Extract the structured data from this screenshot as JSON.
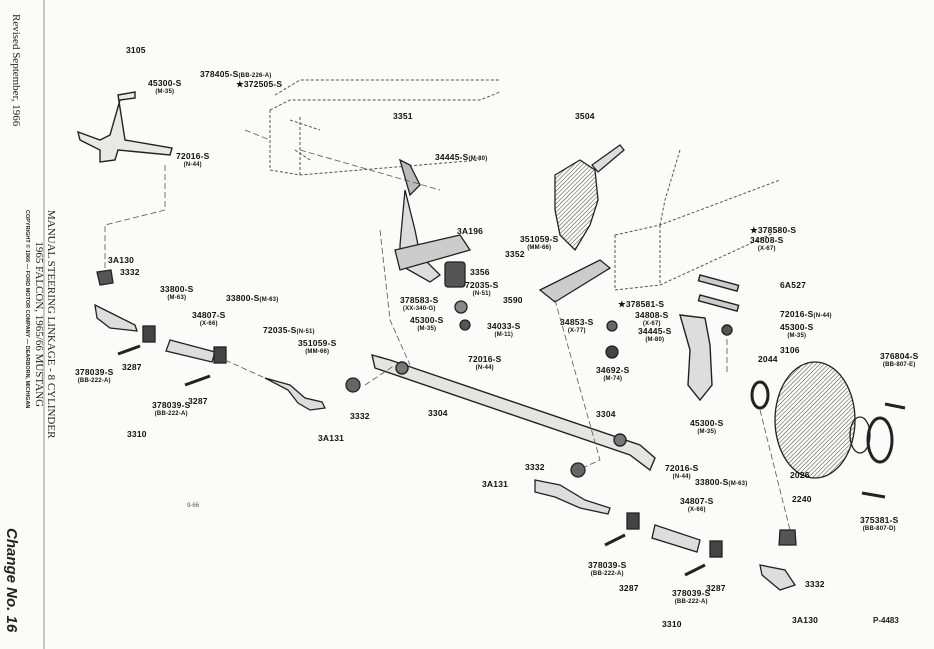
{
  "sidebar": {
    "revised": "Revised September, 1966",
    "title_line1": "MANUAL STEERING LINKAGE - 8 CYLINDER",
    "title_line2": "1965 FALCON, 1965/66 MUSTANG",
    "copyright": "COPYRIGHT © 1966 — FORD MOTOR COMPANY — DEARBORN, MICHIGAN",
    "change": "Change No. 16"
  },
  "figure": {
    "note": "9-66",
    "id": "P-4483"
  },
  "parts": [
    {
      "id": "p3105",
      "num": "3105",
      "sub": ""
    },
    {
      "id": "p45300a",
      "num": "45300-S",
      "sub": "(M-35)"
    },
    {
      "id": "p378405",
      "num": "378405-S",
      "sub": "",
      "inline": "(BB-226-A)"
    },
    {
      "id": "p372505",
      "num": "★372505-S",
      "sub": ""
    },
    {
      "id": "p72016a",
      "num": "72016-S",
      "sub": "(N-44)"
    },
    {
      "id": "p3351",
      "num": "3351",
      "sub": ""
    },
    {
      "id": "p34445a",
      "num": "34445-S",
      "sub": "",
      "inline": "(M-80)"
    },
    {
      "id": "p3504",
      "num": "3504",
      "sub": ""
    },
    {
      "id": "p3A196",
      "num": "3A196",
      "sub": ""
    },
    {
      "id": "p3352",
      "num": "3352",
      "sub": ""
    },
    {
      "id": "p3356",
      "num": "3356",
      "sub": ""
    },
    {
      "id": "p351059a",
      "num": "351059-S",
      "sub": "(MM-66)"
    },
    {
      "id": "p72035a",
      "num": "72035-S",
      "sub": "(N-51)"
    },
    {
      "id": "p3590",
      "num": "3590",
      "sub": ""
    },
    {
      "id": "p378583",
      "num": "378583-S",
      "sub": "(XX-340-G)"
    },
    {
      "id": "p45300b",
      "num": "45300-S",
      "sub": "(M-35)"
    },
    {
      "id": "p34033",
      "num": "34033-S",
      "sub": "(M-11)"
    },
    {
      "id": "p34853",
      "num": "34853-S",
      "sub": "(X-77)"
    },
    {
      "id": "p34692",
      "num": "34692-S",
      "sub": "(M-74)"
    },
    {
      "id": "p378580",
      "num": "★378580-S",
      "sub": ""
    },
    {
      "id": "p34808a",
      "num": "34808-S",
      "sub": "(X-67)"
    },
    {
      "id": "p6A527",
      "num": "6A527",
      "sub": ""
    },
    {
      "id": "p378581",
      "num": "★378581-S",
      "sub": ""
    },
    {
      "id": "p34808b",
      "num": "34808-S",
      "sub": "(X-67)"
    },
    {
      "id": "p34445b",
      "num": "34445-S",
      "sub": "(M-80)"
    },
    {
      "id": "p72016b",
      "num": "72016-S",
      "sub": "",
      "inline": "(N-44)"
    },
    {
      "id": "p45300c",
      "num": "45300-S",
      "sub": "(M-35)"
    },
    {
      "id": "p3106",
      "num": "3106",
      "sub": ""
    },
    {
      "id": "p2044",
      "num": "2044",
      "sub": ""
    },
    {
      "id": "p376804",
      "num": "376804-S",
      "sub": "(BB-807-E)"
    },
    {
      "id": "p2026",
      "num": "2026",
      "sub": ""
    },
    {
      "id": "p2240",
      "num": "2240",
      "sub": ""
    },
    {
      "id": "p375381",
      "num": "375381-S",
      "sub": "(BB-807-D)"
    },
    {
      "id": "p3A130a",
      "num": "3A130",
      "sub": ""
    },
    {
      "id": "p3332a",
      "num": "3332",
      "sub": ""
    },
    {
      "id": "p33800a",
      "num": "33800-S",
      "sub": "(M-63)"
    },
    {
      "id": "p33800b",
      "num": "33800-S",
      "sub": "",
      "inline": "(M-63)"
    },
    {
      "id": "p34807a",
      "num": "34807-S",
      "sub": "(X-66)"
    },
    {
      "id": "p378039a",
      "num": "378039-S",
      "sub": "(BB-222-A)"
    },
    {
      "id": "p3287a",
      "num": "3287",
      "sub": ""
    },
    {
      "id": "p378039b",
      "num": "378039-S",
      "sub": "(BB-222-A)"
    },
    {
      "id": "p3287b",
      "num": "3287",
      "sub": ""
    },
    {
      "id": "p3310a",
      "num": "3310",
      "sub": ""
    },
    {
      "id": "p72035b",
      "num": "72035-S",
      "sub": "",
      "inline": "(N-51)"
    },
    {
      "id": "p351059b",
      "num": "351059-S",
      "sub": "(MM-66)"
    },
    {
      "id": "p3332b",
      "num": "3332",
      "sub": ""
    },
    {
      "id": "p3A131a",
      "num": "3A131",
      "sub": ""
    },
    {
      "id": "p3304a",
      "num": "3304",
      "sub": ""
    },
    {
      "id": "p72016c",
      "num": "72016-S",
      "sub": "(N-44)"
    },
    {
      "id": "p3304b",
      "num": "3304",
      "sub": ""
    },
    {
      "id": "p45300d",
      "num": "45300-S",
      "sub": "(M-35)"
    },
    {
      "id": "p72016d",
      "num": "72016-S",
      "sub": "(N-44)"
    },
    {
      "id": "p3332c",
      "num": "3332",
      "sub": ""
    },
    {
      "id": "p3A131b",
      "num": "3A131",
      "sub": ""
    },
    {
      "id": "p33800c",
      "num": "33800-S",
      "sub": "",
      "inline": "(M-63)"
    },
    {
      "id": "p34807b",
      "num": "34807-S",
      "sub": "(X-66)"
    },
    {
      "id": "p378039c",
      "num": "378039-S",
      "sub": "(BB-222-A)"
    },
    {
      "id": "p3287c",
      "num": "3287",
      "sub": ""
    },
    {
      "id": "p378039d",
      "num": "378039-S",
      "sub": "(BB-222-A)"
    },
    {
      "id": "p3287d",
      "num": "3287",
      "sub": ""
    },
    {
      "id": "p3310b",
      "num": "3310",
      "sub": ""
    },
    {
      "id": "p3332d",
      "num": "3332",
      "sub": ""
    },
    {
      "id": "p3A130b",
      "num": "3A130",
      "sub": ""
    }
  ]
}
